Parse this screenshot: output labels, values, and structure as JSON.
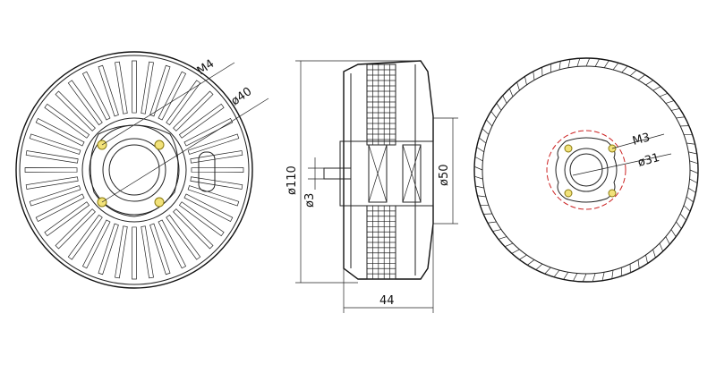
{
  "colors": {
    "line": "#222222",
    "hole_fill": "#f2e27a",
    "hole_stroke": "#8a7a10",
    "circle_red": "#cc2222",
    "background": "#ffffff"
  },
  "front_view": {
    "thread_label": "M4",
    "bolt_circle_label": "ø40",
    "fin_count": 40
  },
  "side_view": {
    "outer_diameter_label": "ø110",
    "shaft_diameter_label": "ø3",
    "bearing_diameter_label": "ø50",
    "width_label": "44"
  },
  "rear_view": {
    "thread_label": "M3",
    "bolt_circle_label": "ø31"
  }
}
